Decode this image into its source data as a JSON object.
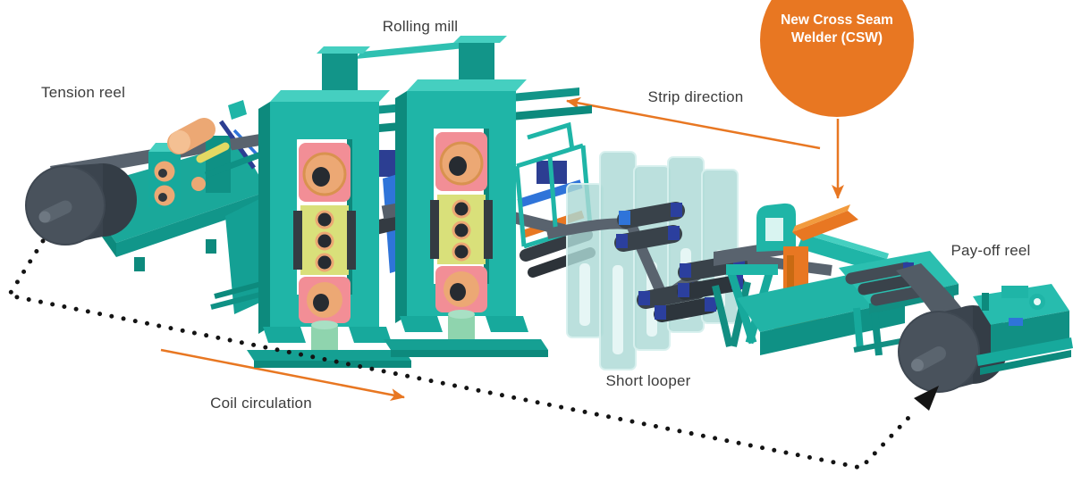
{
  "labels": {
    "rolling_mill": "Rolling mill",
    "tension_reel": "Tension reel",
    "strip_direction": "Strip direction",
    "pay_off_reel": "Pay-off reel",
    "short_looper": "Short looper",
    "coil_circulation": "Coil circulation",
    "csw_badge": "New Cross Seam Welder (CSW)"
  },
  "colors": {
    "page_bg": "#ffffff",
    "accent_orange": "#e87722",
    "machine_teal": "#1fb5a7",
    "machine_teal_light": "#45cfc0",
    "machine_teal_dark": "#0d8a7d",
    "looper_translucent": "#acd9d6",
    "strip_gray": "#59636e",
    "coil_gray": "#49525c",
    "roller_pink": "#f28e96",
    "chock_tan": "#eca874",
    "spacer_yellow": "#d9e07a",
    "detail_blue": "#2f74d9",
    "detail_navy": "#2c3e92",
    "label_text": "#3c3c3c",
    "dotted_path": "#141414"
  }
}
